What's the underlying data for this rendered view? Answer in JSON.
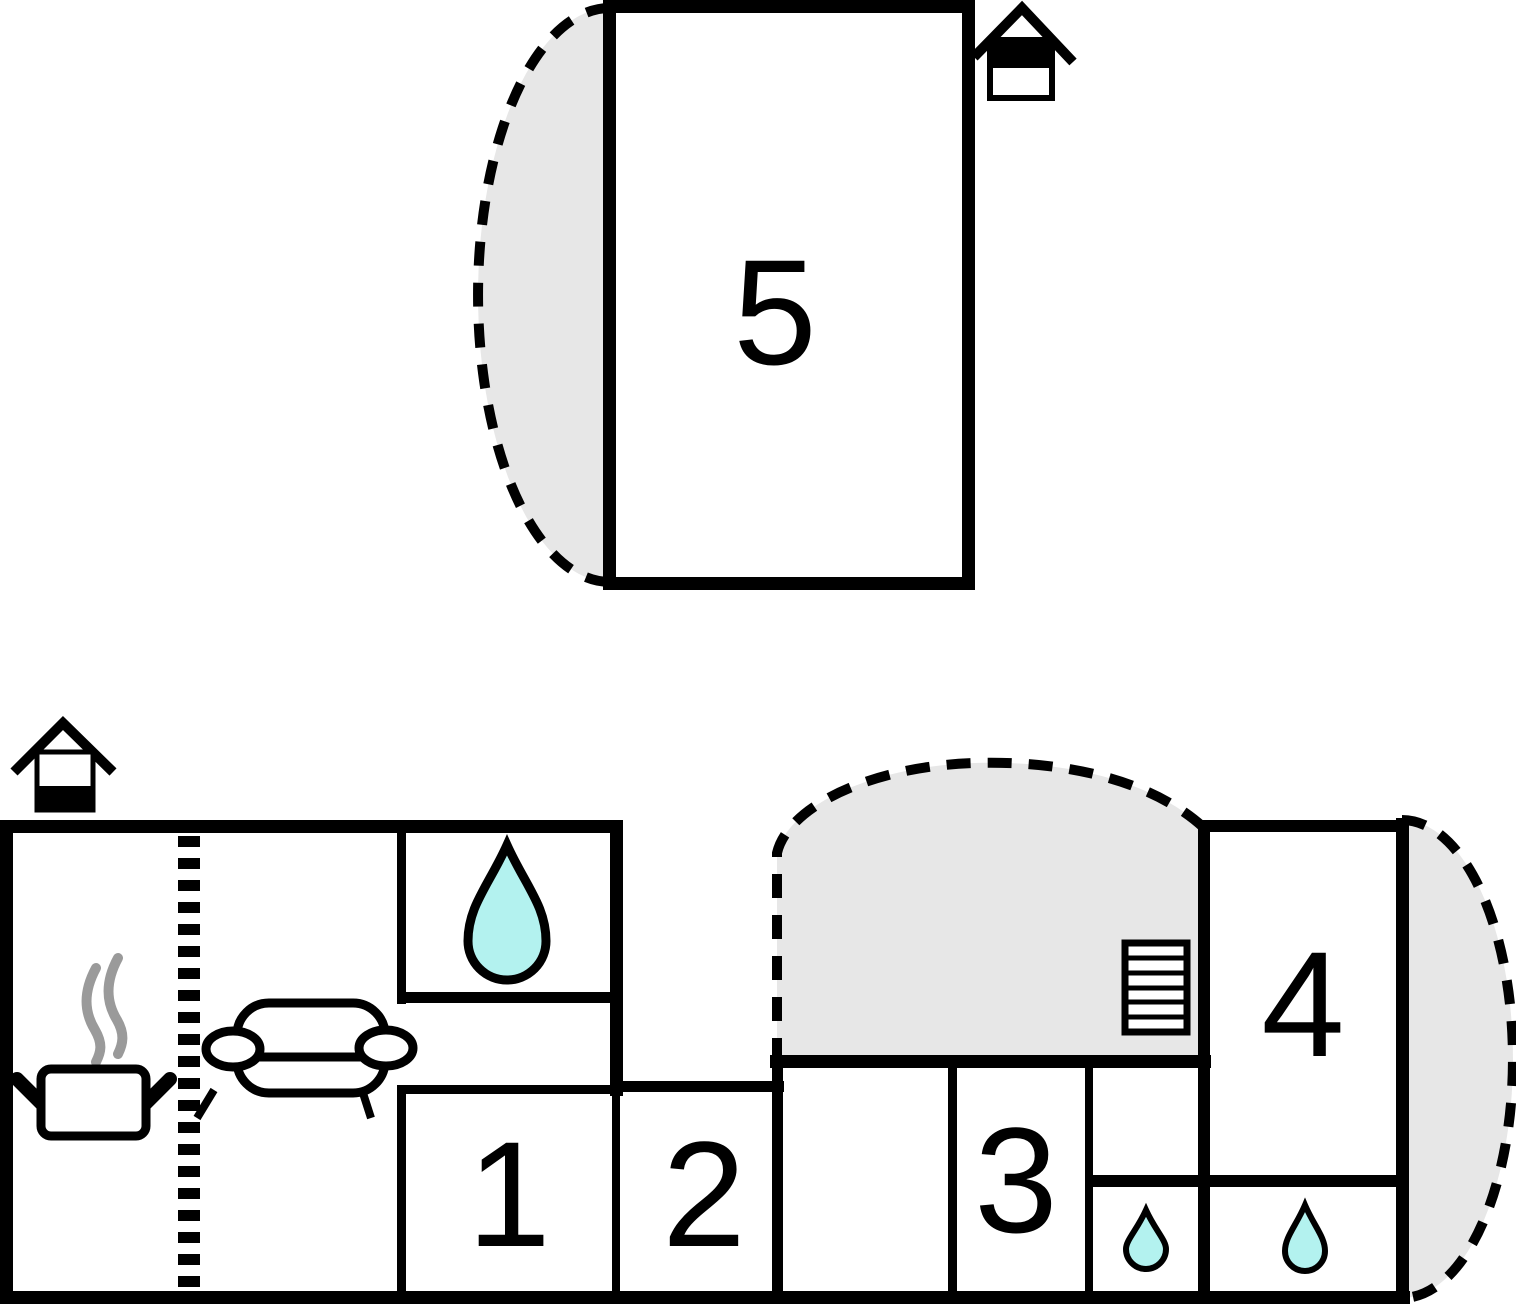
{
  "colors": {
    "background": "#ffffff",
    "wall": "#000000",
    "terrace_fill": "#e7e7e7",
    "dash": "#000000",
    "water_drop": "#b3f2ef",
    "steam": "#9a9a9a"
  },
  "rooms": {
    "room1": {
      "label": "1"
    },
    "room2": {
      "label": "2"
    },
    "room3": {
      "label": "3"
    },
    "room4": {
      "label": "4"
    },
    "room5": {
      "label": "5"
    }
  },
  "icons": [
    "house-entrance-icon-top-right",
    "house-entrance-icon-bottom-left",
    "cooking-pot-icon",
    "steam-icon",
    "sofa-icon",
    "water-drop-icon-large",
    "water-drop-icon-small-left",
    "water-drop-icon-small-right",
    "stairs-ladder-icon",
    "kitchen-divider-dashed"
  ],
  "terraces": [
    "terrace-left-of-room5",
    "terrace-above-rooms",
    "terrace-right-of-room4"
  ]
}
